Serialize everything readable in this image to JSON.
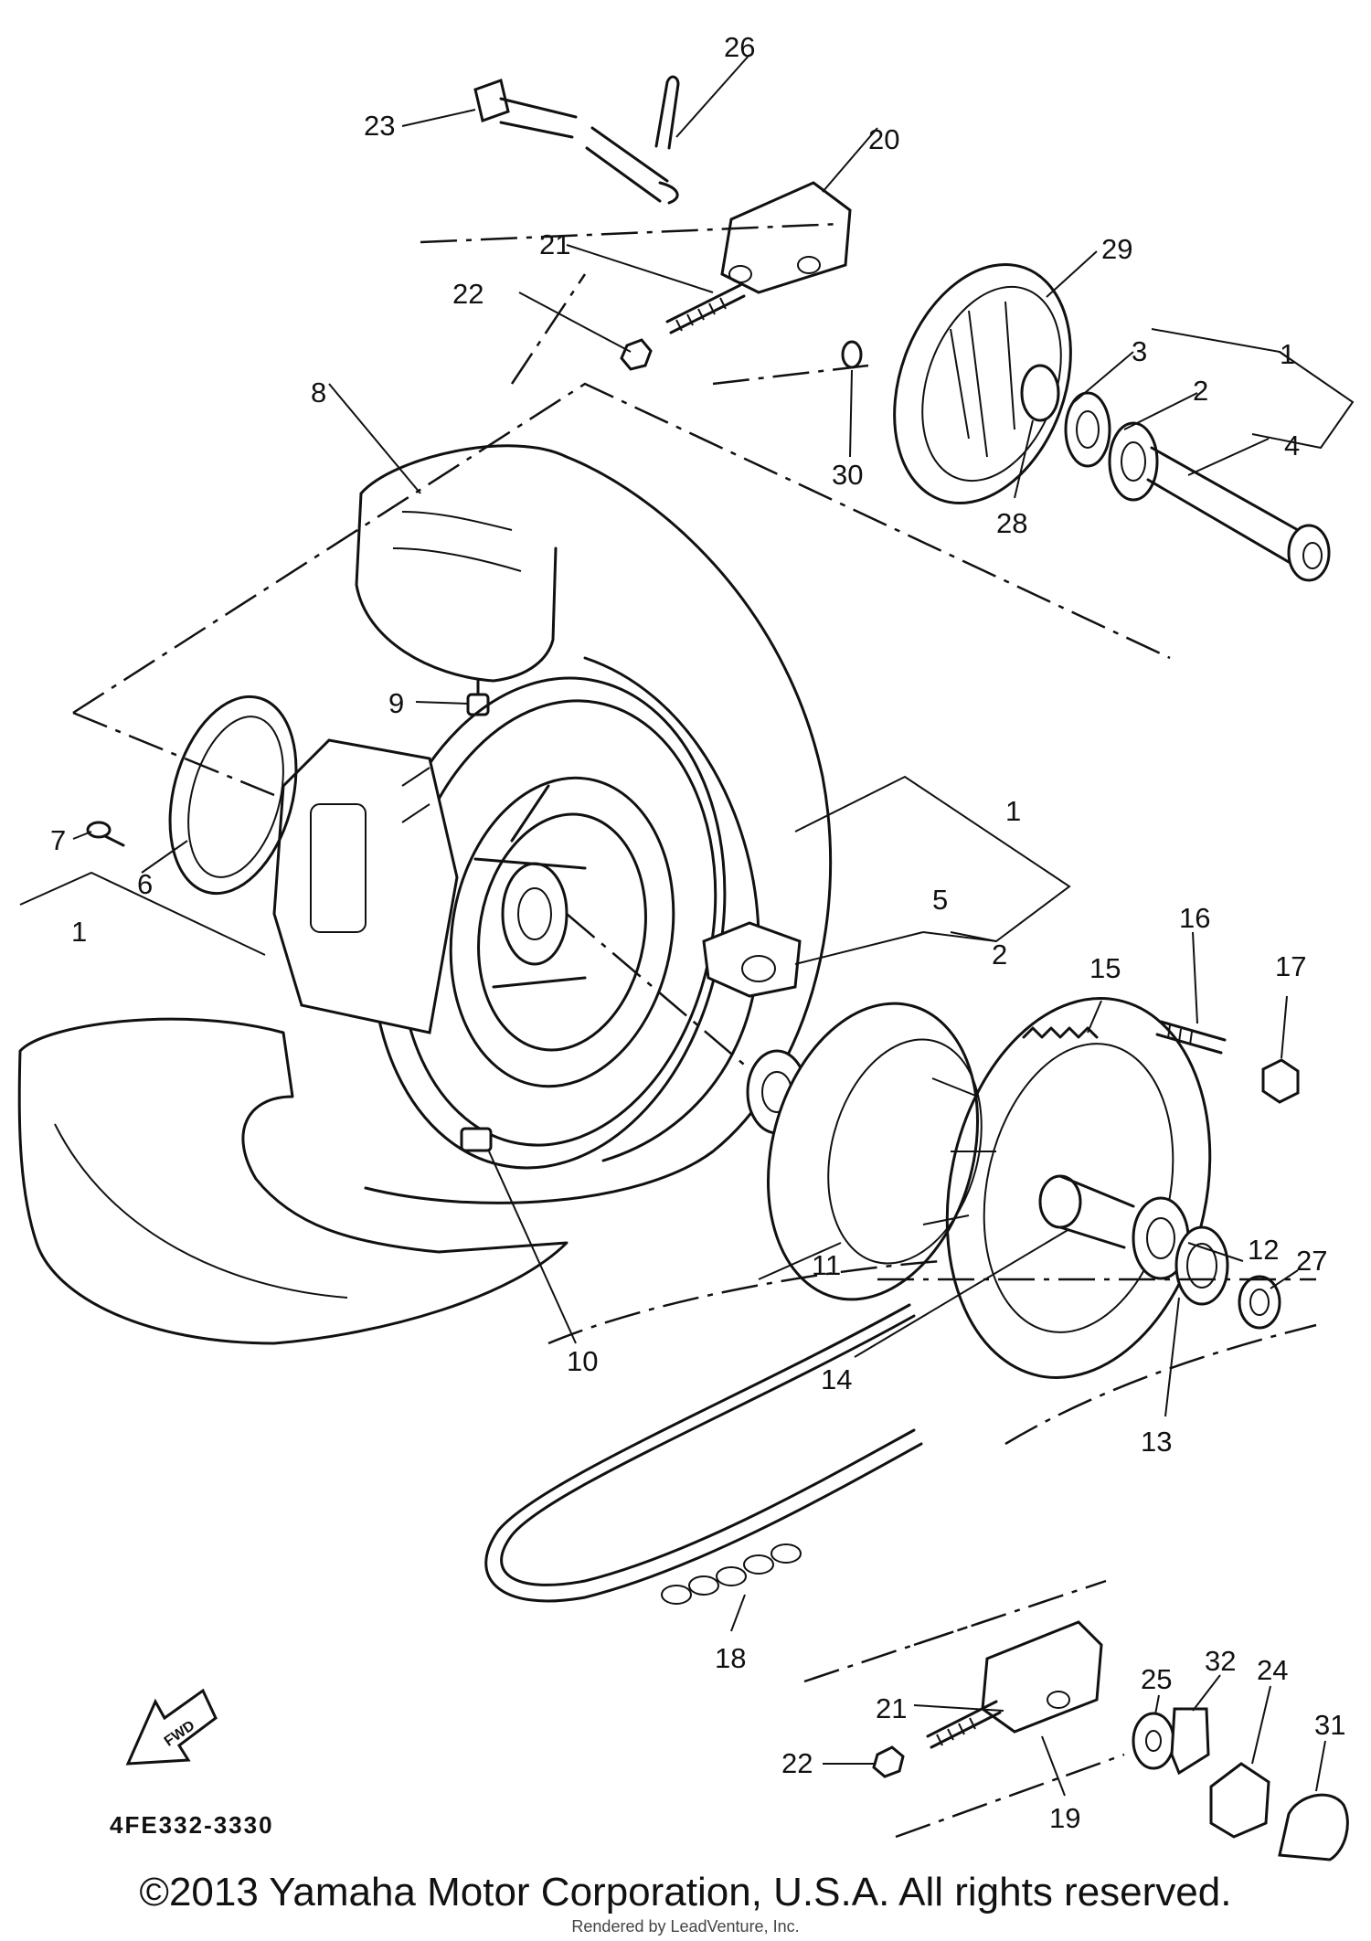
{
  "diagram": {
    "part_code": "4FE332-3330",
    "fwd_label": "FWD",
    "callouts": [
      "1",
      "2",
      "3",
      "4",
      "5",
      "6",
      "7",
      "8",
      "9",
      "10",
      "11",
      "12",
      "13",
      "14",
      "15",
      "16",
      "17",
      "18",
      "19",
      "20",
      "21",
      "22",
      "23",
      "24",
      "25",
      "26",
      "27",
      "28",
      "29",
      "30",
      "31",
      "32"
    ]
  },
  "footer": {
    "copyright": "©2013 Yamaha Motor Corporation, U.S.A. All rights reserved.",
    "rendered_by": "Rendered by LeadVenture, Inc."
  }
}
